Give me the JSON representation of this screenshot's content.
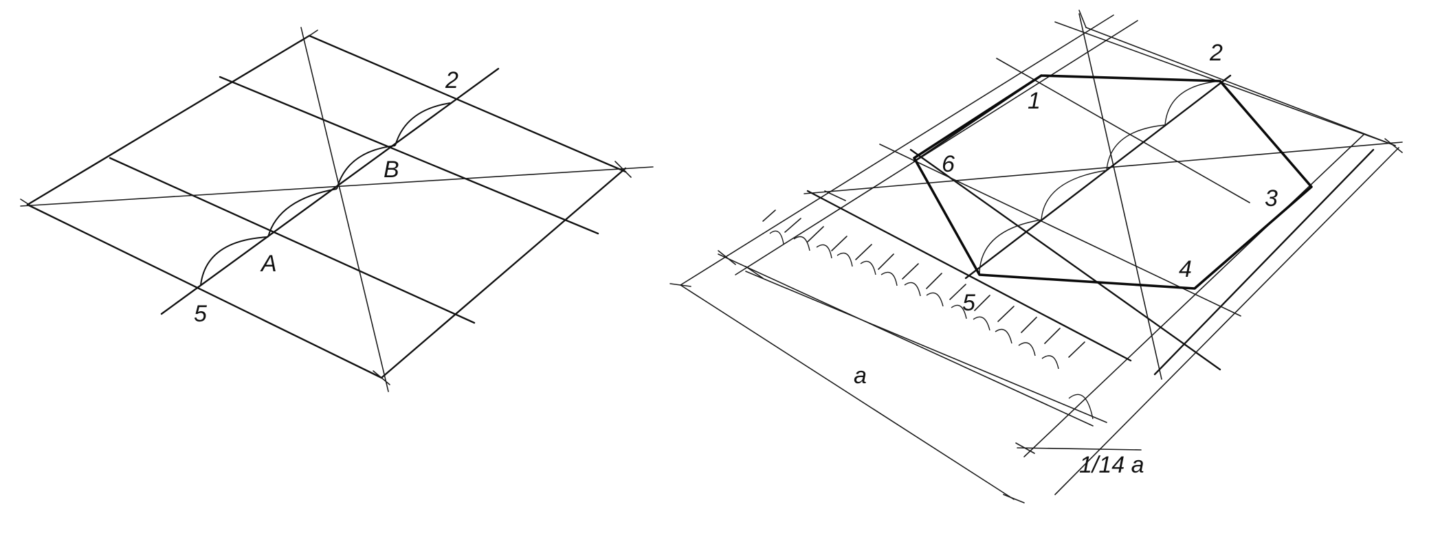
{
  "diagram": {
    "left_figure": {
      "labels": {
        "point_2": "2",
        "point_b": "B",
        "point_a": "A",
        "point_5": "5"
      }
    },
    "right_figure": {
      "labels": {
        "point_1": "1",
        "point_2": "2",
        "point_3": "3",
        "point_4": "4",
        "point_5": "5",
        "point_6": "6",
        "dimension_a": "a",
        "dimension_fraction": "1/14 a"
      },
      "division_count": 14
    }
  }
}
